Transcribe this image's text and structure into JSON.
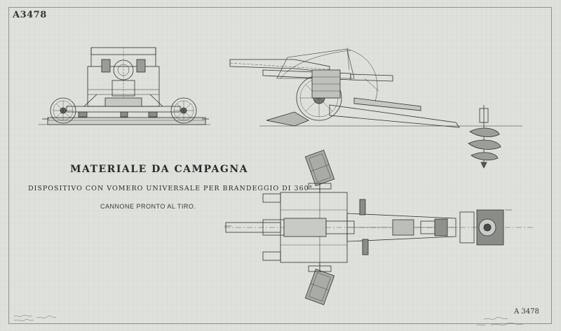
{
  "sheet": {
    "code_top": "A3478",
    "code_bottom": "A 3478",
    "title": "MATERIALE DA CAMPAGNA",
    "subtitle": "DISPOSITIVO CON VOMERO UNIVERSALE PER BRANDEGGIO DI 360°",
    "caption": "CANNONE PRONTO AL TIRO."
  },
  "colors": {
    "paper": "#dfe2dc",
    "ink": "#2f2f2f",
    "hatch": "#6a6a6a"
  }
}
